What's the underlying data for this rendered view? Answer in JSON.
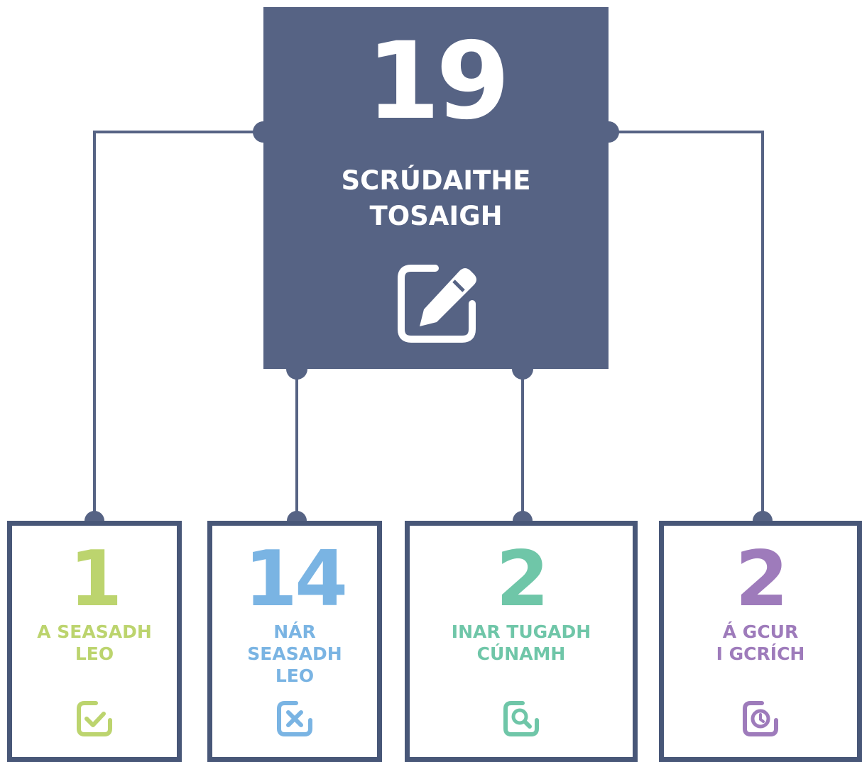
{
  "colors": {
    "main": "#566384",
    "line": "#566384",
    "stood": "#bcd46e",
    "not_stood": "#7ab4e3",
    "assisted": "#6fc6a8",
    "in_progress": "#9e7bbb"
  },
  "main": {
    "number": "19",
    "label_line1": "SCRÚDAITHE",
    "label_line2": "TOSAIGH",
    "icon": "edit-icon"
  },
  "cards": [
    {
      "number": "1",
      "label": "A SEASADH\nLEO",
      "icon": "checkbox-check-icon"
    },
    {
      "number": "14",
      "label": "NÁR\nSEASADH\nLEO",
      "icon": "checkbox-x-icon"
    },
    {
      "number": "2",
      "label": "INAR TUGADH\nCÚNAMH",
      "icon": "document-search-icon"
    },
    {
      "number": "2",
      "label": "Á GCUR\nI GCRÍCH",
      "icon": "document-clock-icon"
    }
  ]
}
